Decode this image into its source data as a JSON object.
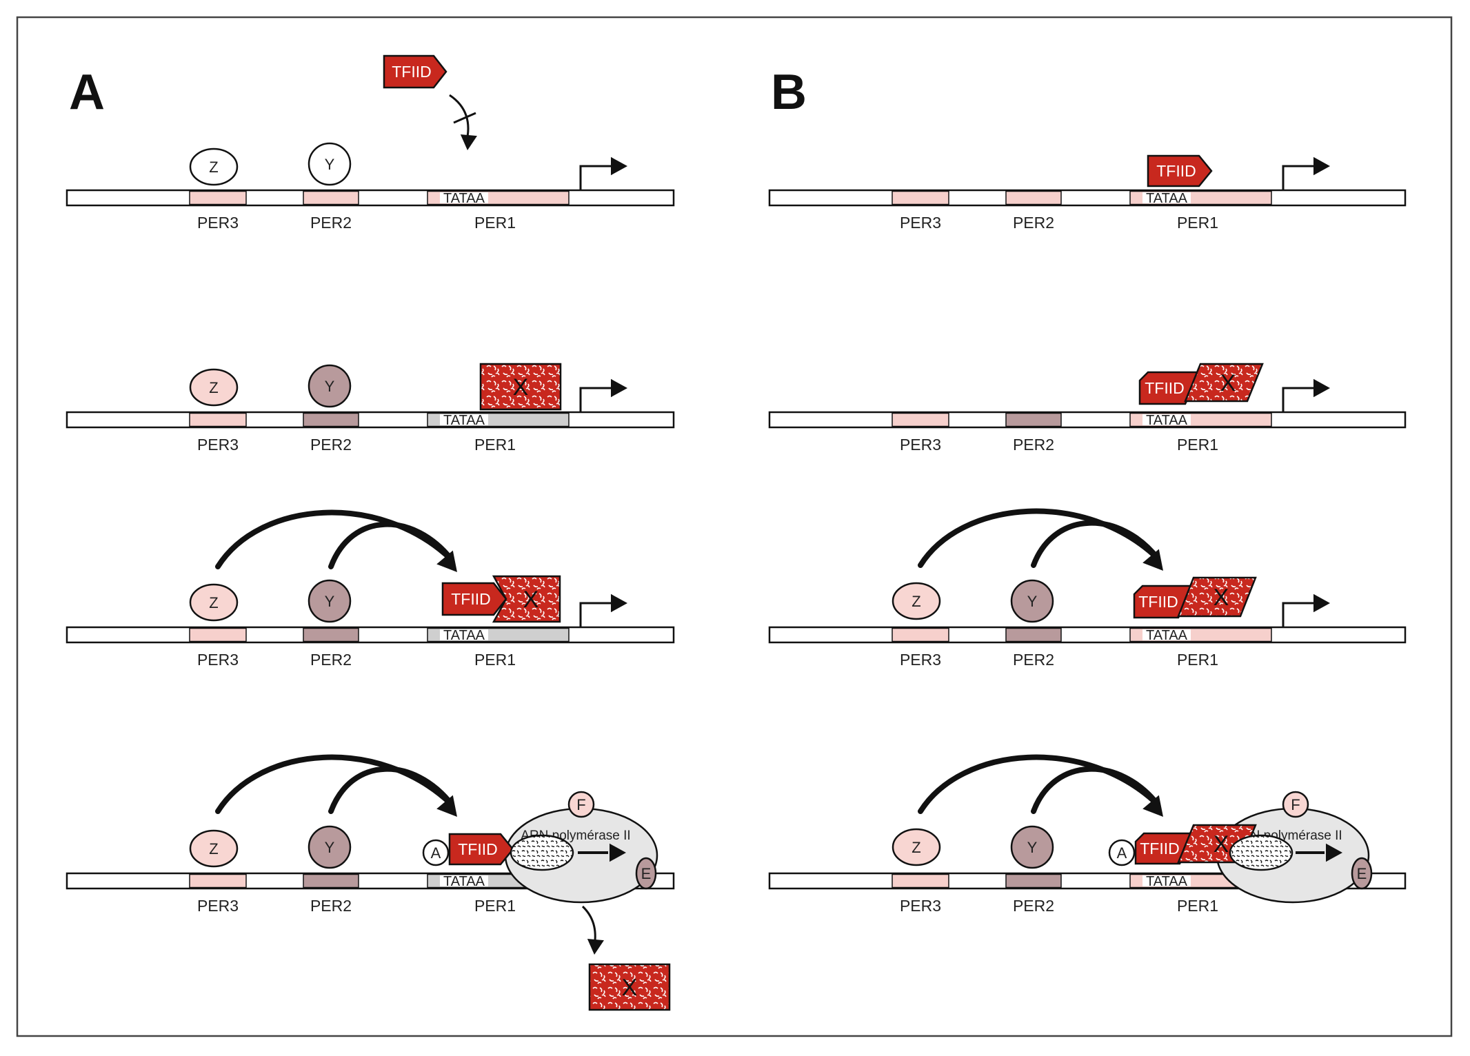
{
  "panels": {
    "a": "A",
    "b": "B"
  },
  "elements": {
    "per1": "PER1",
    "per2": "PER2",
    "per3": "PER3",
    "tataa": "TATAA"
  },
  "factors": {
    "tfiid": "TFIID",
    "x": "X",
    "y": "Y",
    "z": "Z",
    "a": "A",
    "e": "E",
    "f": "F"
  },
  "polymerase": "ARN polymérase II",
  "colors": {
    "tfiid_red": "#c8281e",
    "per_pink": "#f6d0cc",
    "per_grey": "#cfcfcf",
    "y_mauve": "#b89a9c",
    "z_pink": "#f8d6d2",
    "polymerase_grey": "#e6e6e6",
    "outline": "#111111"
  }
}
